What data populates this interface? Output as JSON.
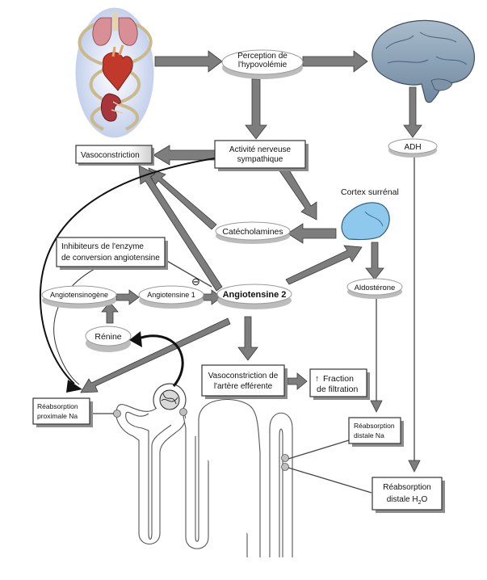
{
  "nodes": {
    "perception": [
      "Perception de",
      "l'hypovolémie"
    ],
    "activite": [
      "Activité nerveuse",
      "sympathique"
    ],
    "vasoconstriction": "Vasoconstriction",
    "adh": "ADH",
    "cortex": "Cortex surrénal",
    "catecholamines": "Catécholamines",
    "inhibiteurs": [
      "Inhibiteurs de l'enzyme",
      "de conversion angiotensine"
    ],
    "inhibition_sign": "⊖",
    "angiotensinogene": "Angiotensinogène",
    "angiotensine1": "Angiotensine 1",
    "angiotensine2": "Angiotensine 2",
    "aldosterone": "Aldostérone",
    "renine": "Rénine",
    "vasoconstriction_efferente": [
      "Vasoconstriction de",
      "l'artère efférente"
    ],
    "fraction_filtration": [
      "Fraction",
      "de filtration"
    ],
    "fraction_arrow": "↑",
    "reabs_proximale": [
      "Réabsorption",
      "proximale Na"
    ],
    "reabs_distale_na": [
      "Réabsorption",
      "distale Na"
    ],
    "reabs_distale_h2o": [
      "Réabsorption",
      "distale H",
      "2",
      "O"
    ]
  },
  "colors": {
    "arrow": "#7d7d7d",
    "cortex": "#8ec8ec",
    "brain": "#8fa6ba",
    "organ_panel": "#cfd9ef",
    "heart": "#c0392b",
    "lung": "#d98f96",
    "kidney": "#a8353c"
  }
}
